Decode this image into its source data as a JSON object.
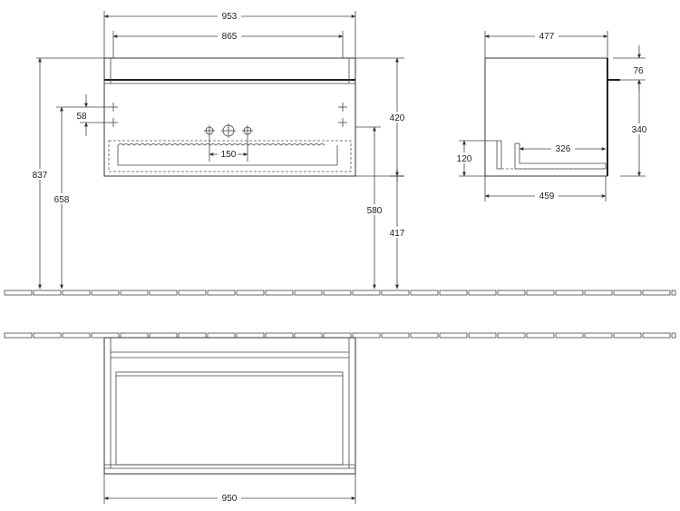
{
  "front_view": {
    "overall_width": "953",
    "inner_width": "865",
    "total_height": "837",
    "height_658": "658",
    "offset_58": "58",
    "cabinet_height": "420",
    "floor_to_top_580": "580",
    "floor_to_bottom_417": "417",
    "tap_spacing": "150"
  },
  "side_view": {
    "depth": "477",
    "top_height": "76",
    "height_340": "340",
    "height_120": "120",
    "depth_326": "326",
    "depth_459": "459"
  },
  "plan_view": {
    "width": "950"
  }
}
